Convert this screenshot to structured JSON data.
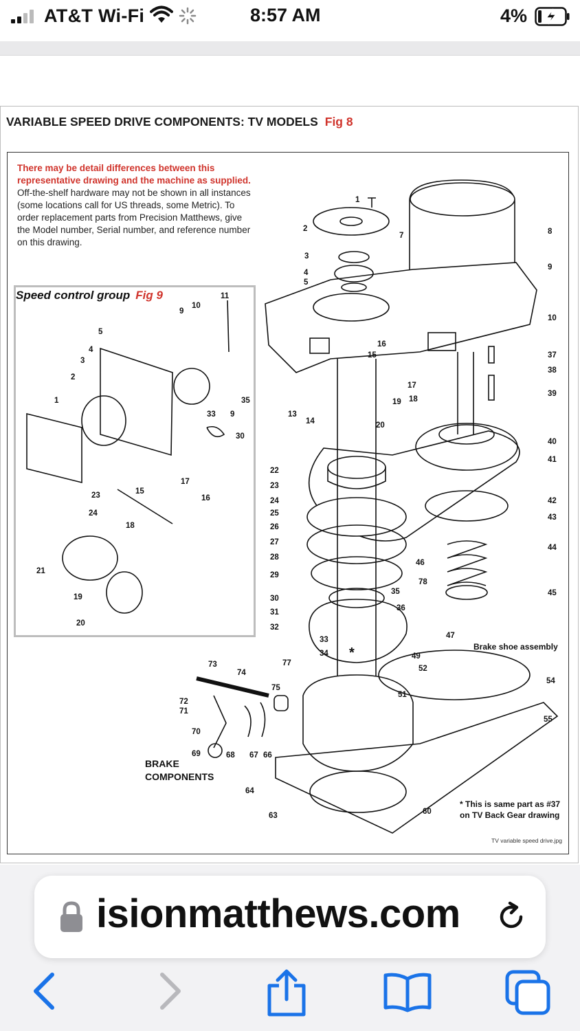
{
  "status_bar": {
    "carrier": "AT&T Wi-Fi",
    "time": "8:57 AM",
    "battery": "4%"
  },
  "document": {
    "title": "VARIABLE SPEED DRIVE COMPONENTS: TV MODELS",
    "title_fig": "Fig 8",
    "notice_red": "There may be detail differences between this representative drawing and the machine as supplied.",
    "notice_text": " Off-the-shelf hardware may not be shown in all instances (some locations call for US threads, some Metric). To order replacement parts from Precision Matthews, give the Model number, Serial number, and reference number on this drawing.",
    "speed_control_title": "Speed control group",
    "speed_control_fig": "Fig 9",
    "brake_label": "BRAKE COMPONENTS",
    "brake_shoe_label": "Brake shoe assembly",
    "footnote_star": "*",
    "footnote": "This is same part as #37 on TV Back Gear drawing",
    "file_label": "TV variable speed drive.jpg"
  },
  "callouts_left": [
    "1",
    "2",
    "3",
    "4",
    "5",
    "9",
    "10",
    "11",
    "15",
    "16",
    "17",
    "18",
    "19",
    "20",
    "21",
    "23",
    "24",
    "30",
    "33",
    "35"
  ],
  "callouts_main": [
    "1",
    "2",
    "3",
    "4",
    "5",
    "7",
    "8",
    "9",
    "10",
    "13",
    "14",
    "15",
    "16",
    "17",
    "18",
    "19",
    "20",
    "22",
    "23",
    "24",
    "25",
    "26",
    "27",
    "28",
    "29",
    "30",
    "31",
    "32",
    "33",
    "34",
    "35",
    "36",
    "37",
    "38",
    "39",
    "40",
    "41",
    "42",
    "43",
    "44",
    "45",
    "46",
    "47",
    "49",
    "51",
    "52",
    "54",
    "55",
    "60",
    "63",
    "64",
    "66",
    "67",
    "68",
    "69",
    "70",
    "71",
    "72",
    "73",
    "74",
    "75",
    "77",
    "78"
  ],
  "browser": {
    "url": "isionmatthews.com"
  },
  "colors": {
    "accent_blue": "#1a73e8",
    "fig_red": "#d0342c"
  },
  "icons": [
    "signal-icon",
    "wifi-icon",
    "activity-spinner-icon",
    "battery-charging-icon",
    "lock-icon",
    "reload-icon",
    "back-icon",
    "forward-icon",
    "share-icon",
    "bookmarks-icon",
    "tabs-icon"
  ]
}
